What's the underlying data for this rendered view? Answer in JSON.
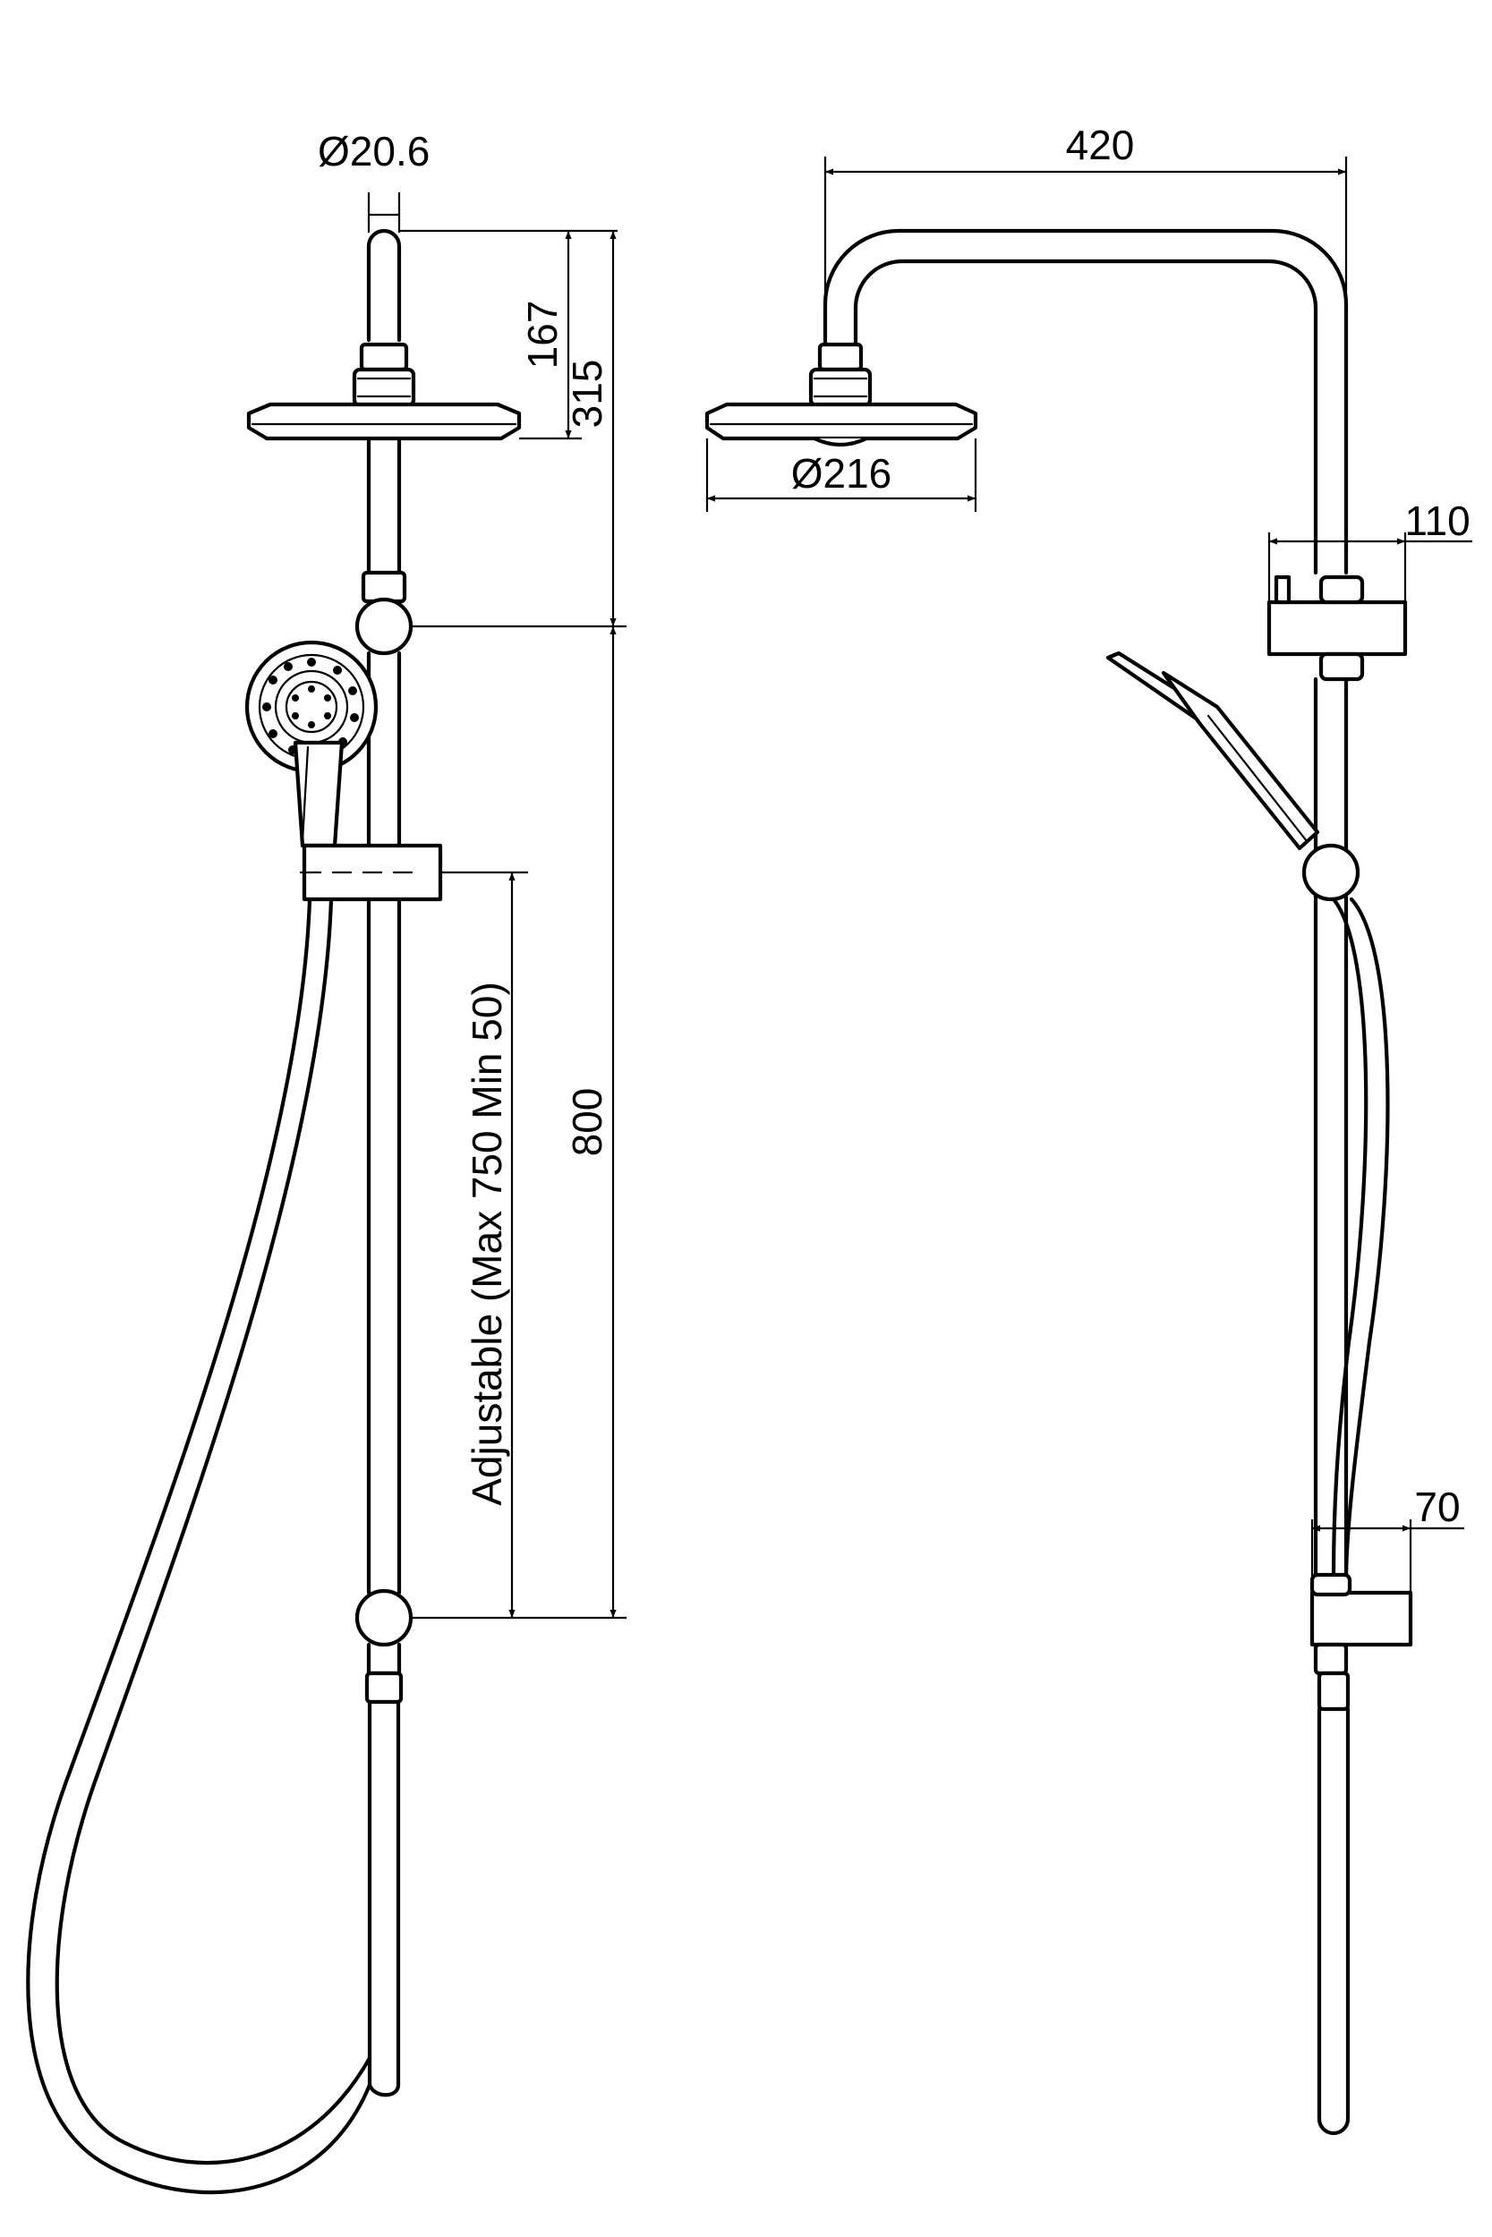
{
  "dimensions": {
    "pipe_diameter": "Ø20.6",
    "arm_width": "420",
    "height_top": "167",
    "height_head": "315",
    "head_diameter": "Ø216",
    "bracket_width": "110",
    "rail_length": "800",
    "adjustable": "Adjustable (Max 750 Min 50)",
    "bottom_bracket_width": "70"
  }
}
